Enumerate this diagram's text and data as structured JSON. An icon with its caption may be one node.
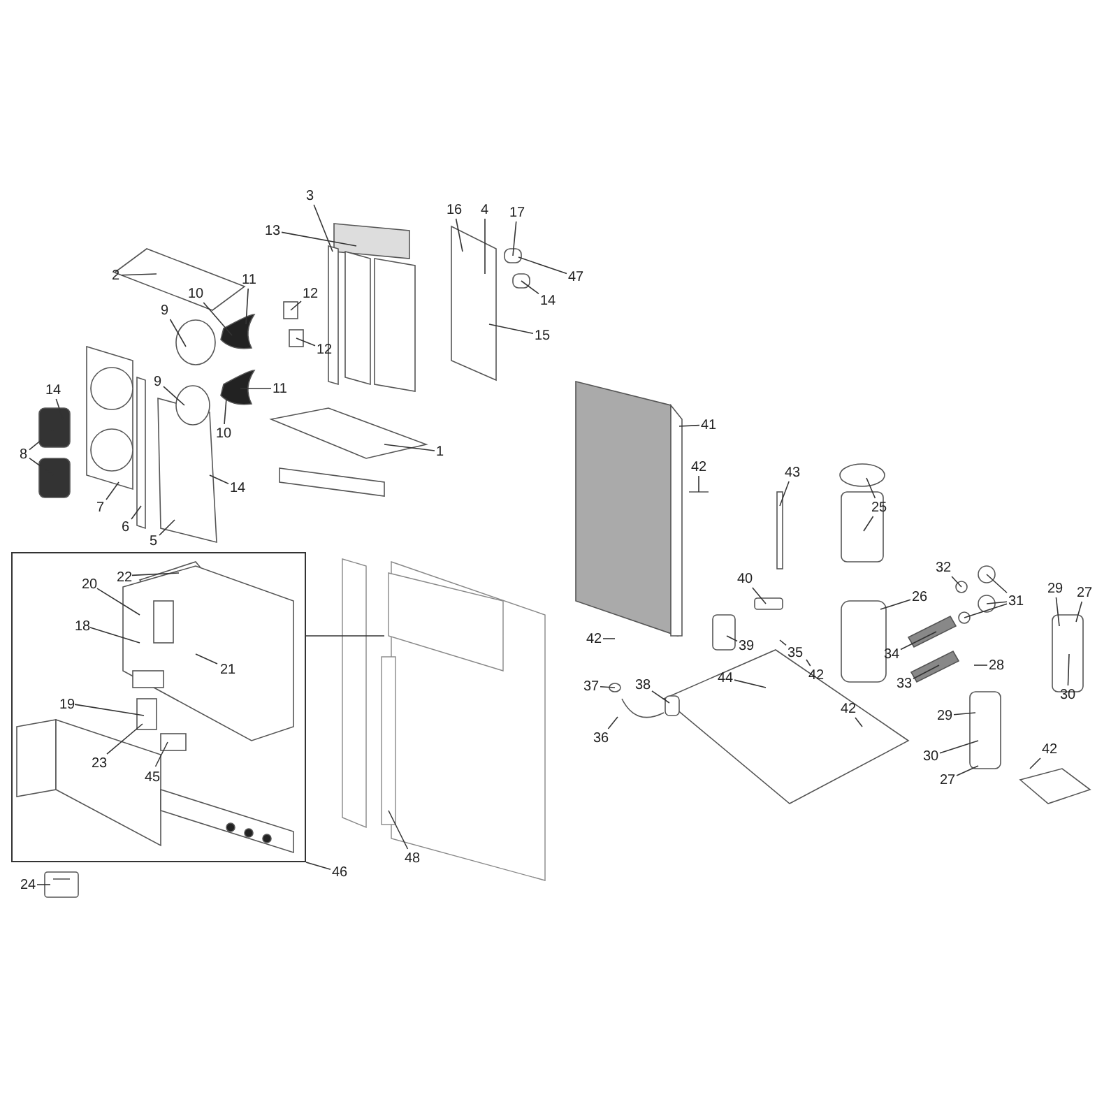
{
  "diagram": {
    "nodes": [
      {
        "text": [
          "13"
        ]
      },
      {
        "text": [
          "2"
        ]
      },
      {
        "text": [
          "3"
        ]
      },
      {
        "text": [
          "16"
        ]
      },
      {
        "text": [
          "4"
        ]
      },
      {
        "text": [
          "17"
        ]
      },
      {
        "text": [
          "47"
        ]
      },
      {
        "text": [
          "12"
        ]
      },
      {
        "text": [
          "11"
        ]
      },
      {
        "text": [
          "14"
        ]
      },
      {
        "text": [
          "15"
        ]
      },
      {
        "text": [
          "9"
        ]
      },
      {
        "text": [
          "10"
        ]
      },
      {
        "text": [
          "9"
        ]
      },
      {
        "text": [
          "12"
        ]
      },
      {
        "text": [
          "11"
        ]
      },
      {
        "text": [
          "10"
        ]
      },
      {
        "text": [
          "14"
        ]
      },
      {
        "text": [
          "8"
        ]
      },
      {
        "text": [
          "14"
        ]
      },
      {
        "text": [
          "7"
        ]
      },
      {
        "text": [
          "1"
        ]
      },
      {
        "text": [
          "6"
        ]
      },
      {
        "text": [
          "5"
        ]
      },
      {
        "text": [],
        "shape": "box"
      },
      {
        "text": [
          "22"
        ],
        "in": 24
      },
      {
        "text": [
          "20"
        ],
        "in": 24
      },
      {
        "text": [
          "18"
        ],
        "in": 24
      },
      {
        "text": [
          "21"
        ],
        "in": 24
      },
      {
        "text": [
          "19"
        ],
        "in": 24
      },
      {
        "text": [
          "23"
        ],
        "in": 24
      },
      {
        "text": [
          "45"
        ],
        "in": 24
      },
      {
        "text": [
          "46"
        ]
      },
      {
        "text": [
          "24"
        ]
      },
      {
        "text": [
          "48"
        ]
      },
      {
        "text": [
          "41"
        ]
      },
      {
        "text": [
          "42"
        ]
      },
      {
        "text": [
          "43"
        ]
      },
      {
        "text": [
          "25"
        ]
      },
      {
        "text": [
          "32"
        ]
      },
      {
        "text": [
          "31"
        ]
      },
      {
        "text": [
          "26"
        ]
      },
      {
        "text": [
          "29"
        ]
      },
      {
        "text": [
          "27"
        ]
      },
      {
        "text": [
          "40"
        ]
      },
      {
        "text": [
          "42"
        ]
      },
      {
        "text": [
          "39"
        ]
      },
      {
        "text": [
          "35"
        ]
      },
      {
        "text": [
          "42"
        ]
      },
      {
        "text": [
          "34"
        ]
      },
      {
        "text": [
          "44"
        ]
      },
      {
        "text": [
          "37"
        ]
      },
      {
        "text": [
          "38"
        ]
      },
      {
        "text": [
          "28"
        ]
      },
      {
        "text": [
          "33"
        ]
      },
      {
        "text": [
          "29"
        ]
      },
      {
        "text": [
          "30"
        ]
      },
      {
        "text": [
          "36"
        ]
      },
      {
        "text": [
          "42"
        ]
      },
      {
        "text": [
          "30"
        ]
      },
      {
        "text": [
          "42"
        ]
      },
      {
        "text": [
          "27"
        ]
      }
    ],
    "edges": [
      {
        "from": 0,
        "to": null,
        "arrow": "none"
      },
      {
        "from": 1,
        "to": null,
        "arrow": "none"
      },
      {
        "from": 2,
        "to": null,
        "arrow": "none"
      },
      {
        "from": 3,
        "to": null,
        "arrow": "none"
      },
      {
        "from": 4,
        "to": null,
        "arrow": "none"
      },
      {
        "from": 5,
        "to": null,
        "arrow": "none"
      },
      {
        "from": 6,
        "to": null,
        "arrow": "none"
      },
      {
        "from": 7,
        "to": null,
        "arrow": "none"
      },
      {
        "from": 8,
        "to": null,
        "arrow": "none"
      },
      {
        "from": 9,
        "to": null,
        "arrow": "none"
      },
      {
        "from": 10,
        "to": null,
        "arrow": "none"
      },
      {
        "from": 11,
        "to": null,
        "arrow": "none"
      },
      {
        "from": 12,
        "to": null,
        "arrow": "none"
      },
      {
        "from": 13,
        "to": null,
        "arrow": "none"
      },
      {
        "from": 14,
        "to": null,
        "arrow": "none"
      },
      {
        "from": 15,
        "to": null,
        "arrow": "none"
      },
      {
        "from": 16,
        "to": null,
        "arrow": "none"
      },
      {
        "from": 17,
        "to": null,
        "arrow": "none"
      },
      {
        "from": 18,
        "to": null,
        "arrow": "none"
      },
      {
        "from": 18,
        "to": null,
        "arrow": "none"
      },
      {
        "from": 19,
        "to": null,
        "arrow": "none"
      },
      {
        "from": 20,
        "to": null,
        "arrow": "none"
      },
      {
        "from": 21,
        "to": null,
        "arrow": "none"
      },
      {
        "from": 22,
        "to": null,
        "arrow": "none"
      },
      {
        "from": 23,
        "to": null,
        "arrow": "none"
      },
      {
        "from": 24,
        "to": null,
        "arrow": "none"
      },
      {
        "from": 25,
        "to": null,
        "arrow": "none"
      },
      {
        "from": 26,
        "to": null,
        "arrow": "none"
      },
      {
        "from": 27,
        "to": null,
        "arrow": "none"
      },
      {
        "from": 28,
        "to": null,
        "arrow": "none"
      },
      {
        "from": 29,
        "to": null,
        "arrow": "none"
      },
      {
        "from": 30,
        "to": null,
        "arrow": "none"
      },
      {
        "from": 31,
        "to": null,
        "arrow": "none"
      },
      {
        "from": 32,
        "to": 24,
        "arrow": "none"
      },
      {
        "from": 33,
        "to": null,
        "arrow": "none"
      },
      {
        "from": 34,
        "to": null,
        "arrow": "none"
      },
      {
        "from": 35,
        "to": null,
        "arrow": "none"
      },
      {
        "from": 36,
        "to": null,
        "arrow": "none"
      },
      {
        "from": 37,
        "to": null,
        "arrow": "none"
      },
      {
        "from": 38,
        "to": null,
        "arrow": "none"
      },
      {
        "from": 38,
        "to": null,
        "arrow": "none"
      },
      {
        "from": 39,
        "to": null,
        "arrow": "none"
      },
      {
        "from": 40,
        "to": null,
        "arrow": "none"
      },
      {
        "from": 40,
        "to": null,
        "arrow": "none"
      },
      {
        "from": 40,
        "to": null,
        "arrow": "none"
      },
      {
        "from": 41,
        "to": null,
        "arrow": "none"
      },
      {
        "from": 42,
        "to": null,
        "arrow": "none"
      },
      {
        "from": 43,
        "to": null,
        "arrow": "none"
      },
      {
        "from": 44,
        "to": null,
        "arrow": "none"
      },
      {
        "from": 45,
        "to": null,
        "arrow": "none"
      },
      {
        "from": 46,
        "to": null,
        "arrow": "none"
      },
      {
        "from": 47,
        "to": null,
        "arrow": "none"
      },
      {
        "from": 48,
        "to": null,
        "arrow": "none"
      },
      {
        "from": 49,
        "to": null,
        "arrow": "none"
      },
      {
        "from": 50,
        "to": null,
        "arrow": "none"
      },
      {
        "from": 51,
        "to": null,
        "arrow": "none"
      },
      {
        "from": 52,
        "to": null,
        "arrow": "none"
      },
      {
        "from": 53,
        "to": null,
        "arrow": "none"
      },
      {
        "from": 54,
        "to": null,
        "arrow": "none"
      },
      {
        "from": 55,
        "to": null,
        "arrow": "none"
      },
      {
        "from": 56,
        "to": null,
        "arrow": "none"
      },
      {
        "from": 57,
        "to": null,
        "arrow": "none"
      },
      {
        "from": 58,
        "to": null,
        "arrow": "none"
      },
      {
        "from": 59,
        "to": null,
        "arrow": "none"
      },
      {
        "from": 60,
        "to": null,
        "arrow": "none"
      },
      {
        "from": 61,
        "to": null,
        "arrow": "none"
      }
    ]
  }
}
